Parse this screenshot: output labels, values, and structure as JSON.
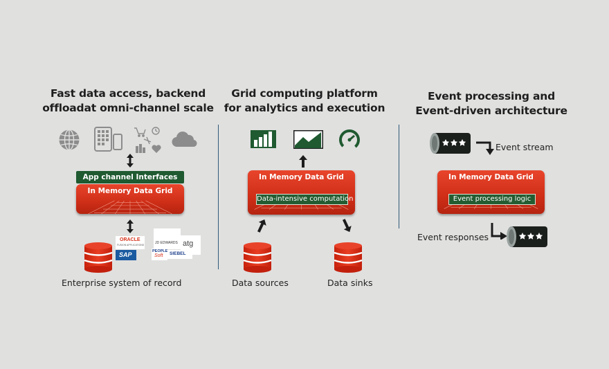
{
  "columns": [
    {
      "title_line1": "Fast data access, backend",
      "title_line2": "offloadat omni-channel scale",
      "app_channel_label": "App channel Interfaces",
      "grid_label": "In Memory Data Grid",
      "bottom_label": "Enterprise system of record",
      "logos": {
        "oracle": "ORACLE",
        "oracle_sub": "FUSION APPLICATIONS",
        "jd": "JD EDWARDS",
        "atg": "atg",
        "sap": "SAP",
        "people": "PEOPLE",
        "soft": "Soft",
        "siebel": "SIEBEL"
      }
    },
    {
      "title_line1": "Grid computing platform",
      "title_line2": "for analytics and execution",
      "grid_label": "In Memory Data Grid",
      "inner_label": "Data-intensive computation",
      "sources_label": "Data sources",
      "sinks_label": "Data sinks"
    },
    {
      "title_line1": "Event processing and",
      "title_line2": "Event-driven architecture",
      "grid_label": "In Memory Data Grid",
      "inner_label": "Event processing logic",
      "stream_label": "Event stream",
      "responses_label": "Event responses"
    }
  ],
  "colors": {
    "background": "#e0e0df",
    "grid_red": "#d6321b",
    "green": "#1f5a30",
    "divider": "#2f5a78",
    "icon_gray": "#8c8c8c"
  }
}
